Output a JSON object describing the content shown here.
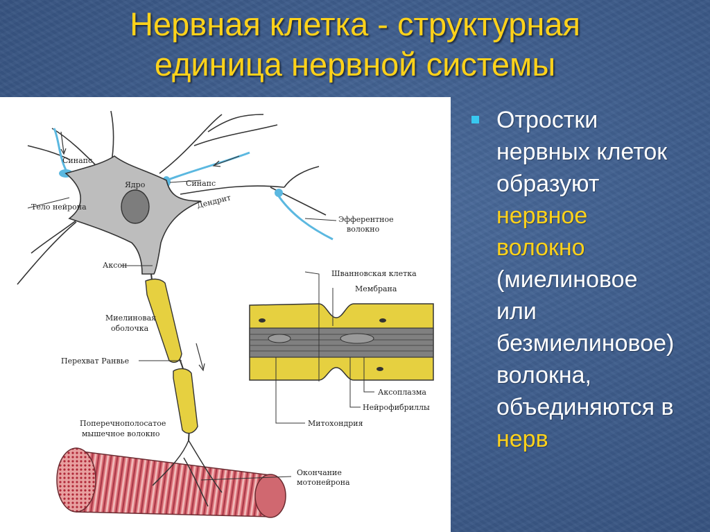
{
  "slide": {
    "title_line1": "Нервная клетка - структурная",
    "title_line2": "единица нервной системы"
  },
  "bullet": {
    "lines": [
      {
        "text": "Отростки",
        "highlight": false
      },
      {
        "text": "нервных клеток",
        "highlight": false
      },
      {
        "text": "образуют",
        "highlight": false
      },
      {
        "text": "нервное",
        "highlight": true
      },
      {
        "text": "волокно",
        "highlight": true
      },
      {
        "text": "(миелиновое",
        "highlight": false
      },
      {
        "text": "или",
        "highlight": false
      },
      {
        "text": "безмиелиновое)",
        "highlight": false
      },
      {
        "text": "волокна,",
        "highlight": false
      },
      {
        "text": "объединяются в",
        "highlight": false
      },
      {
        "text": "нерв",
        "highlight": true
      }
    ]
  },
  "diagram": {
    "labels": {
      "synapse_top": "Синапс",
      "nucleus": "Ядро",
      "synapse_right": "Синапс",
      "dendrite": "Дендрит",
      "neuron_body": "Тело нейрона",
      "efferent_1": "Эфферентное",
      "efferent_2": "волокно",
      "axon": "Аксон",
      "myelin_1": "Миелиновая",
      "myelin_2": "оболочка",
      "ranvier": "Перехват Ранвье",
      "muscle_1": "Поперечнополосатое",
      "muscle_2": "мышечное волокно",
      "schwann": "Шванновская клетка",
      "membrane": "Мембрана",
      "axoplasm": "Аксоплазма",
      "neurofibrils": "Нейрофибриллы",
      "mitochondria": "Митохондрия",
      "ending_1": "Окончание",
      "ending_2": "мотонейрона"
    },
    "colors": {
      "myelin": "#e6d040",
      "soma": "#bdbdbd",
      "afferent": "#5bb8e0",
      "muscle": "#d8606a"
    }
  }
}
